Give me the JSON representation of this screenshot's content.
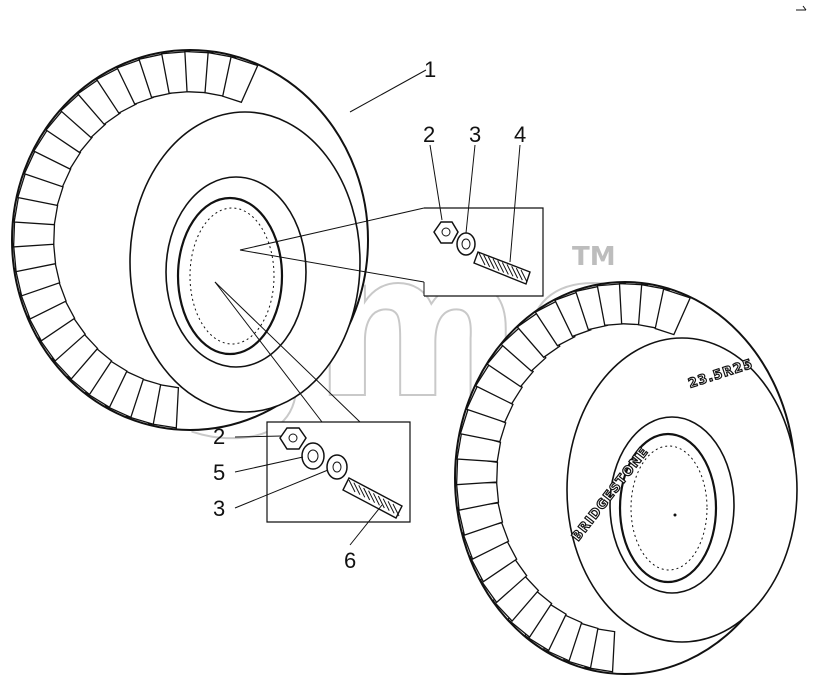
{
  "watermark": {
    "text": "gmc",
    "trademark": "TM"
  },
  "tire_sidewall": {
    "brand": "BRIDGESTONE",
    "size_code": "23.5R25"
  },
  "callouts": [
    {
      "id": "c1",
      "label": "1"
    },
    {
      "id": "c2a",
      "label": "2"
    },
    {
      "id": "c3a",
      "label": "3"
    },
    {
      "id": "c4",
      "label": "4"
    },
    {
      "id": "c2b",
      "label": "2"
    },
    {
      "id": "c5",
      "label": "5"
    },
    {
      "id": "c3b",
      "label": "3"
    },
    {
      "id": "c6",
      "label": "6"
    }
  ]
}
